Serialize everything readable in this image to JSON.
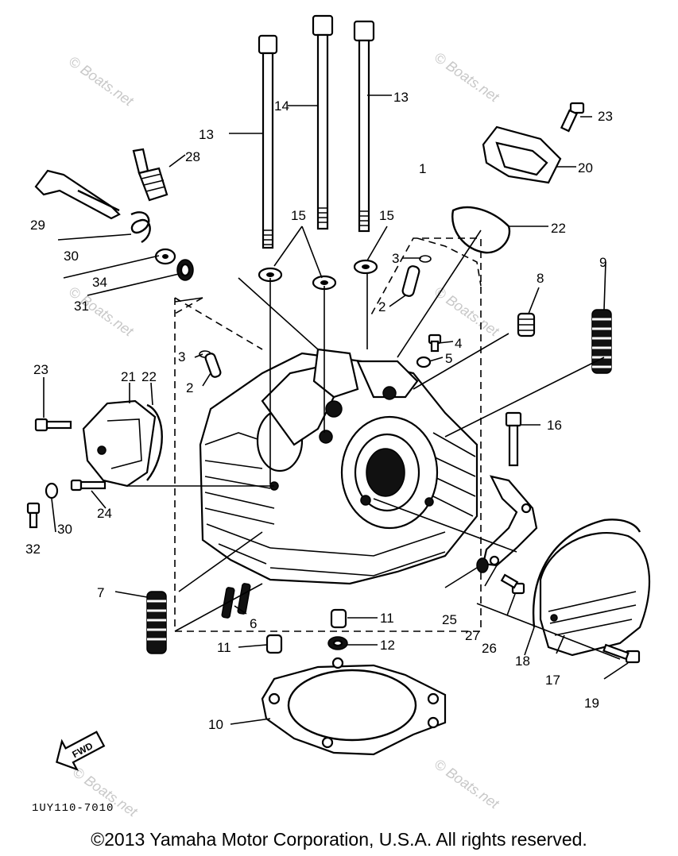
{
  "diagram": {
    "drawing_code": "1UY110-7010",
    "fwd_label": "FWD",
    "watermark": "© Boats.net",
    "callouts": [
      "1",
      "2",
      "2",
      "3",
      "3",
      "4",
      "5",
      "6",
      "7",
      "8",
      "9",
      "10",
      "11",
      "11",
      "12",
      "13",
      "13",
      "14",
      "15",
      "15",
      "16",
      "17",
      "18",
      "19",
      "20",
      "21",
      "22",
      "22",
      "23",
      "23",
      "24",
      "25",
      "26",
      "27",
      "28",
      "29",
      "30",
      "30",
      "31",
      "32",
      "34"
    ]
  },
  "footer": {
    "copyright": "©2013 Yamaha Motor Corporation, U.S.A. All rights reserved."
  }
}
